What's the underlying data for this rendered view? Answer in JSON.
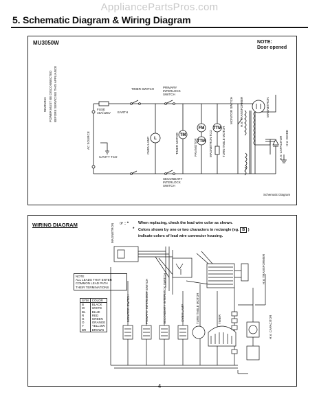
{
  "watermark": "AppliancePartsPros.com",
  "page_title": "5. Schematic Diagram & Wiring Diagram",
  "page_number": "4",
  "schematic": {
    "model": "MU3050W",
    "note_title": "NOTE:",
    "note_text": "Door opened",
    "warning_title": "WARNING",
    "warning_line1": "POWER MUST BE DISCONNECTED",
    "warning_line2": "BEFORE SERVICING THIS APPLIANCE",
    "labels": {
      "timer_switch": "TIMER SWITCH",
      "primary_interlock": "PRIMARY INTERLOCK SWITCH",
      "fuse": "FUSE 15A/125V",
      "earth": "EARTH",
      "ac_source": "AC SOURCE",
      "cutout": "CAVITY TCO",
      "oven_lamp": "OVEN LAMP",
      "timer_motor": "TIMER MOTOR",
      "fan_motor": "FAN MOTOR",
      "tt_motor": "TURN TABLE MOTOR",
      "monitor": "MONITOR SWITCH",
      "magnetron_tco": "MAGNETRON TCO",
      "secondary_interlock": "SECONDARY INTERLOCK SWITCH",
      "hv_transformer": "H.V. TRANSFORMER",
      "hv_capacitor": "H.V. CAPACITOR",
      "hv_diode": "H.V. DIODE",
      "magnetron": "MAGNETRON",
      "schematic_fig": "Schematic Diagram"
    }
  },
  "wiring": {
    "title": "WIRING DIAGRAM",
    "instruction_line1": "When replacing, check the lead wire color as shown.",
    "instruction_line2": "Colors shown by one or two characters in rectangle (eg.",
    "instruction_example": "B",
    "instruction_line2_end": ")",
    "instruction_line3": "indicate colors of lead wire connector housing.",
    "bullet1": "☞ : *",
    "bullet2": "*",
    "note_box_title": "NOTE",
    "note_box_lines": [
      "ALL LEADS THAT ENTER",
      "COMMON LEAD PATH",
      "THEIR TERMINATIONS"
    ],
    "legend_header": [
      "SYM",
      "COLOR"
    ],
    "legend": [
      [
        "B",
        "BLACK"
      ],
      [
        "W",
        "WHITE"
      ],
      [
        "BL",
        "BLUE"
      ],
      [
        "R",
        "RED"
      ],
      [
        "G",
        "GREEN"
      ],
      [
        "O",
        "ORANGE"
      ],
      [
        "Y",
        "YELLOW"
      ],
      [
        "BR",
        "BROWN"
      ]
    ],
    "component_labels": {
      "magnetron": "MAGNETRON",
      "monitor": "MONITOR SWITCH",
      "primary": "PRIMARY INTERLOCK SWITCH",
      "secondary": "SECONDARY INTERLOCK SWITCH",
      "lamp": "OVEN LAMP",
      "turntable": "TURN TABLE MOTOR",
      "timer": "TIMER",
      "transformer": "H.V. TRANSFORMER",
      "capacitor": "H.V. CAPACITOR"
    }
  }
}
